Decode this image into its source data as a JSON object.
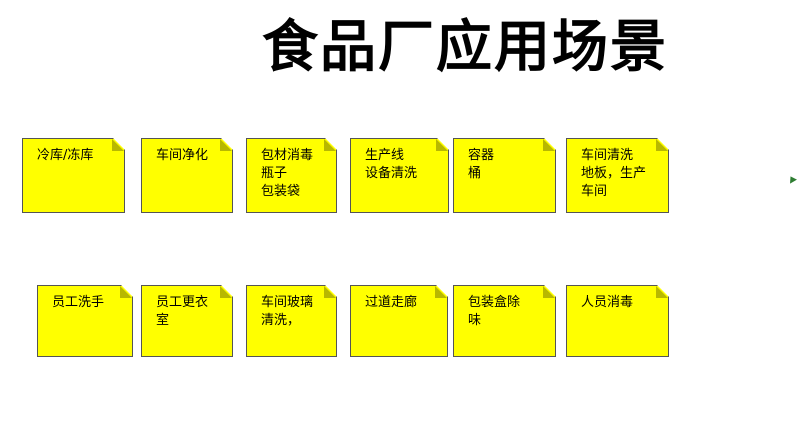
{
  "title": "食品厂应用场景",
  "row1": [
    {
      "text": "冷库/冻库"
    },
    {
      "text": "车间净化"
    },
    {
      "text": "包材消毒\n瓶子\n包装袋"
    },
    {
      "text": "生产线\n设备清洗"
    },
    {
      "text": "    容器\n桶"
    },
    {
      "text": "  车间清洗\n地板，生产\n车间"
    }
  ],
  "row2": [
    {
      "text": "员工洗手"
    },
    {
      "text": "员工更衣\n室"
    },
    {
      "text": "车间玻璃\n清洗，"
    },
    {
      "text": "过道走廊"
    },
    {
      "text": "  包装盒除\n味"
    },
    {
      "text": "  人员消毒"
    }
  ],
  "colors": {
    "note_fill": "#ffff00",
    "note_border": "#555555",
    "fold": "#b8b800",
    "marker": "#2e7d32"
  }
}
